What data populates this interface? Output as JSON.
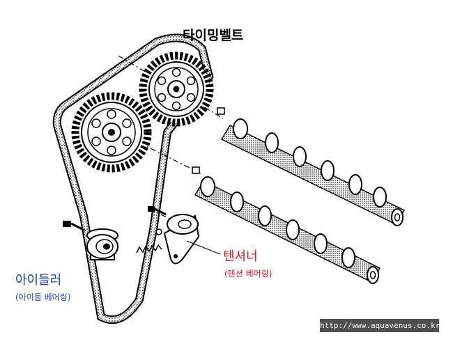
{
  "labels": {
    "title": "타이밍벨트",
    "tensioner": "텐셔너",
    "tensioner_sub": "(텐션 베어링)",
    "idler": "아이들러",
    "idler_sub": "(아이들 베어링)"
  },
  "watermark": "http://www.aquavenus.co.kr",
  "colors": {
    "tensioner_label": "#e8141e",
    "idler_label": "#1c3fb8",
    "line_art": "#000000",
    "watermark_bg": "#505050",
    "watermark_text": "#ffffff"
  }
}
